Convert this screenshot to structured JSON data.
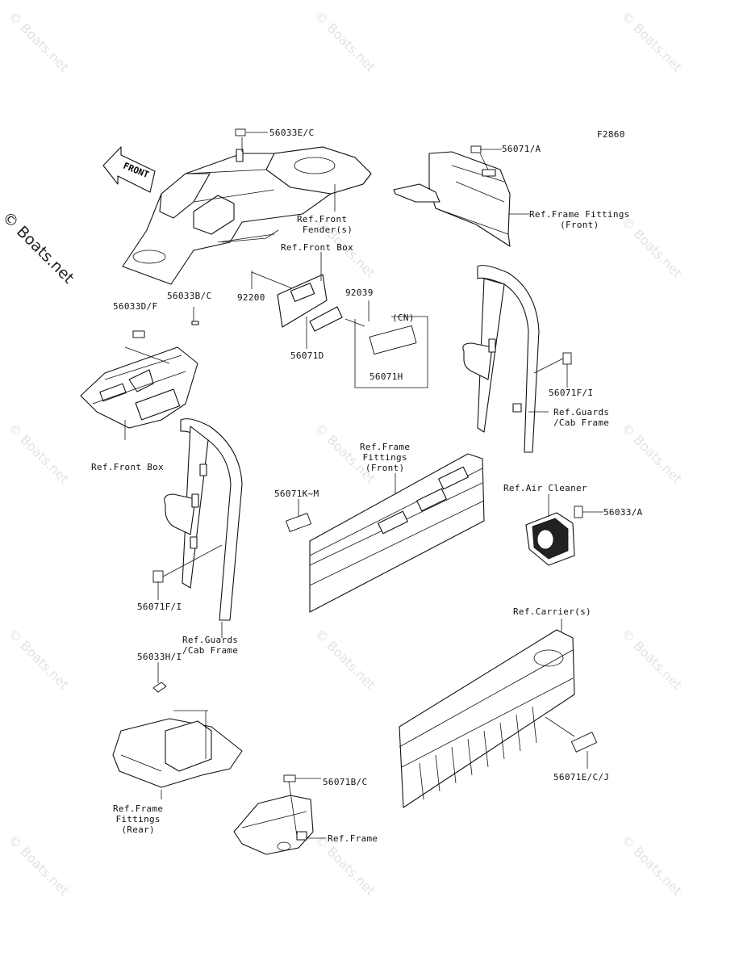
{
  "figure_code": "F2860",
  "front_arrow_text": "FRONT",
  "side_watermark": "© Boats.net",
  "watermark_text": "© Boats.net",
  "labels": {
    "p56033EC": "56033E/C",
    "ref_front_fender": "Ref.Front\n Fender(s)",
    "p56071A": "56071/A",
    "ref_frame_fittings_front_top": "Ref.Frame Fittings\n(Front)",
    "ref_front_box_top": "Ref.Front Box",
    "p92200": "92200",
    "p92039": "92039",
    "cn": "(CN)",
    "p56071D": "56071D",
    "p56071H": "56071H",
    "p56033DF": "56033D/F",
    "p56033BC": "56033B/C",
    "ref_front_box_left": "Ref.Front Box",
    "p56071FI_right": "56071F/I",
    "ref_guards_right": "Ref.Guards\n/Cab Frame",
    "ref_frame_fittings_front_mid": "Ref.Frame\nFittings\n(Front)",
    "p56071KM": "56071K~M",
    "ref_air_cleaner": "Ref.Air Cleaner",
    "p56033A": "56033/A",
    "p56071FI_left": "56071F/I",
    "ref_guards_left": "Ref.Guards\n/Cab Frame",
    "p56033HI": "56033H/I",
    "ref_carriers": "Ref.Carrier(s)",
    "p56071ECJ": "56071E/C/J",
    "p56071BC": "56071B/C",
    "ref_frame_fittings_rear": "Ref.Frame\nFittings\n(Rear)",
    "ref_frame": "Ref.Frame"
  }
}
